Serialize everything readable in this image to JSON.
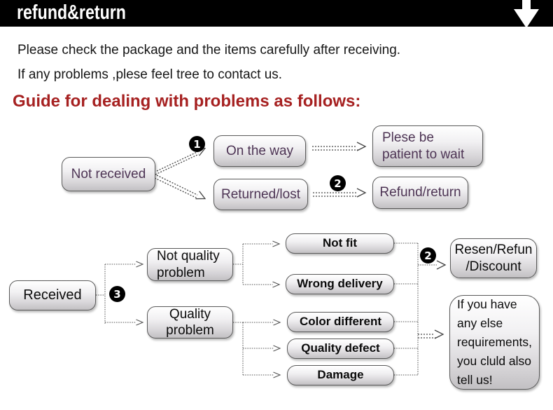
{
  "header": {
    "title": "refund&return"
  },
  "intro": {
    "line1": "Please check the package and the items carefully after receiving.",
    "line2": "If any problems ,plese feel tree to contact us."
  },
  "heading": "Guide for dealing with problems as follows:",
  "flow": {
    "not_received": "Not received",
    "on_the_way": "On the way",
    "returned_lost": "Returned/lost",
    "be_patient_l1": "Plese be",
    "be_patient_l2": "patient to wait",
    "refund_return": "Refund/return",
    "received": "Received",
    "not_quality_l1": "Not quality",
    "not_quality_l2": "problem",
    "quality_l1": "Quality",
    "quality_l2": "problem",
    "not_fit": "Not fit",
    "wrong_delivery": "Wrong delivery",
    "color_different": "Color different",
    "quality_defect": "Quality defect",
    "damage": "Damage",
    "resen_l1": "Resen/Refun",
    "resen_l2": "/Discount",
    "if_you_have_l1": "If you have",
    "if_you_have_l2": "any else",
    "if_you_have_l3": "requirements,",
    "if_you_have_l4": "you cluld also",
    "if_you_have_l5": "tell us!"
  },
  "badges": {
    "one": "1",
    "two": "2",
    "three": "3"
  },
  "colors": {
    "bar_bg": "#000000",
    "bar_text": "#FFFFFF",
    "heading_red": "#A62121",
    "node_text_purple": "#4D3454",
    "node_text_black": "#0A0A0A",
    "node_border": "#5A5A5A"
  }
}
